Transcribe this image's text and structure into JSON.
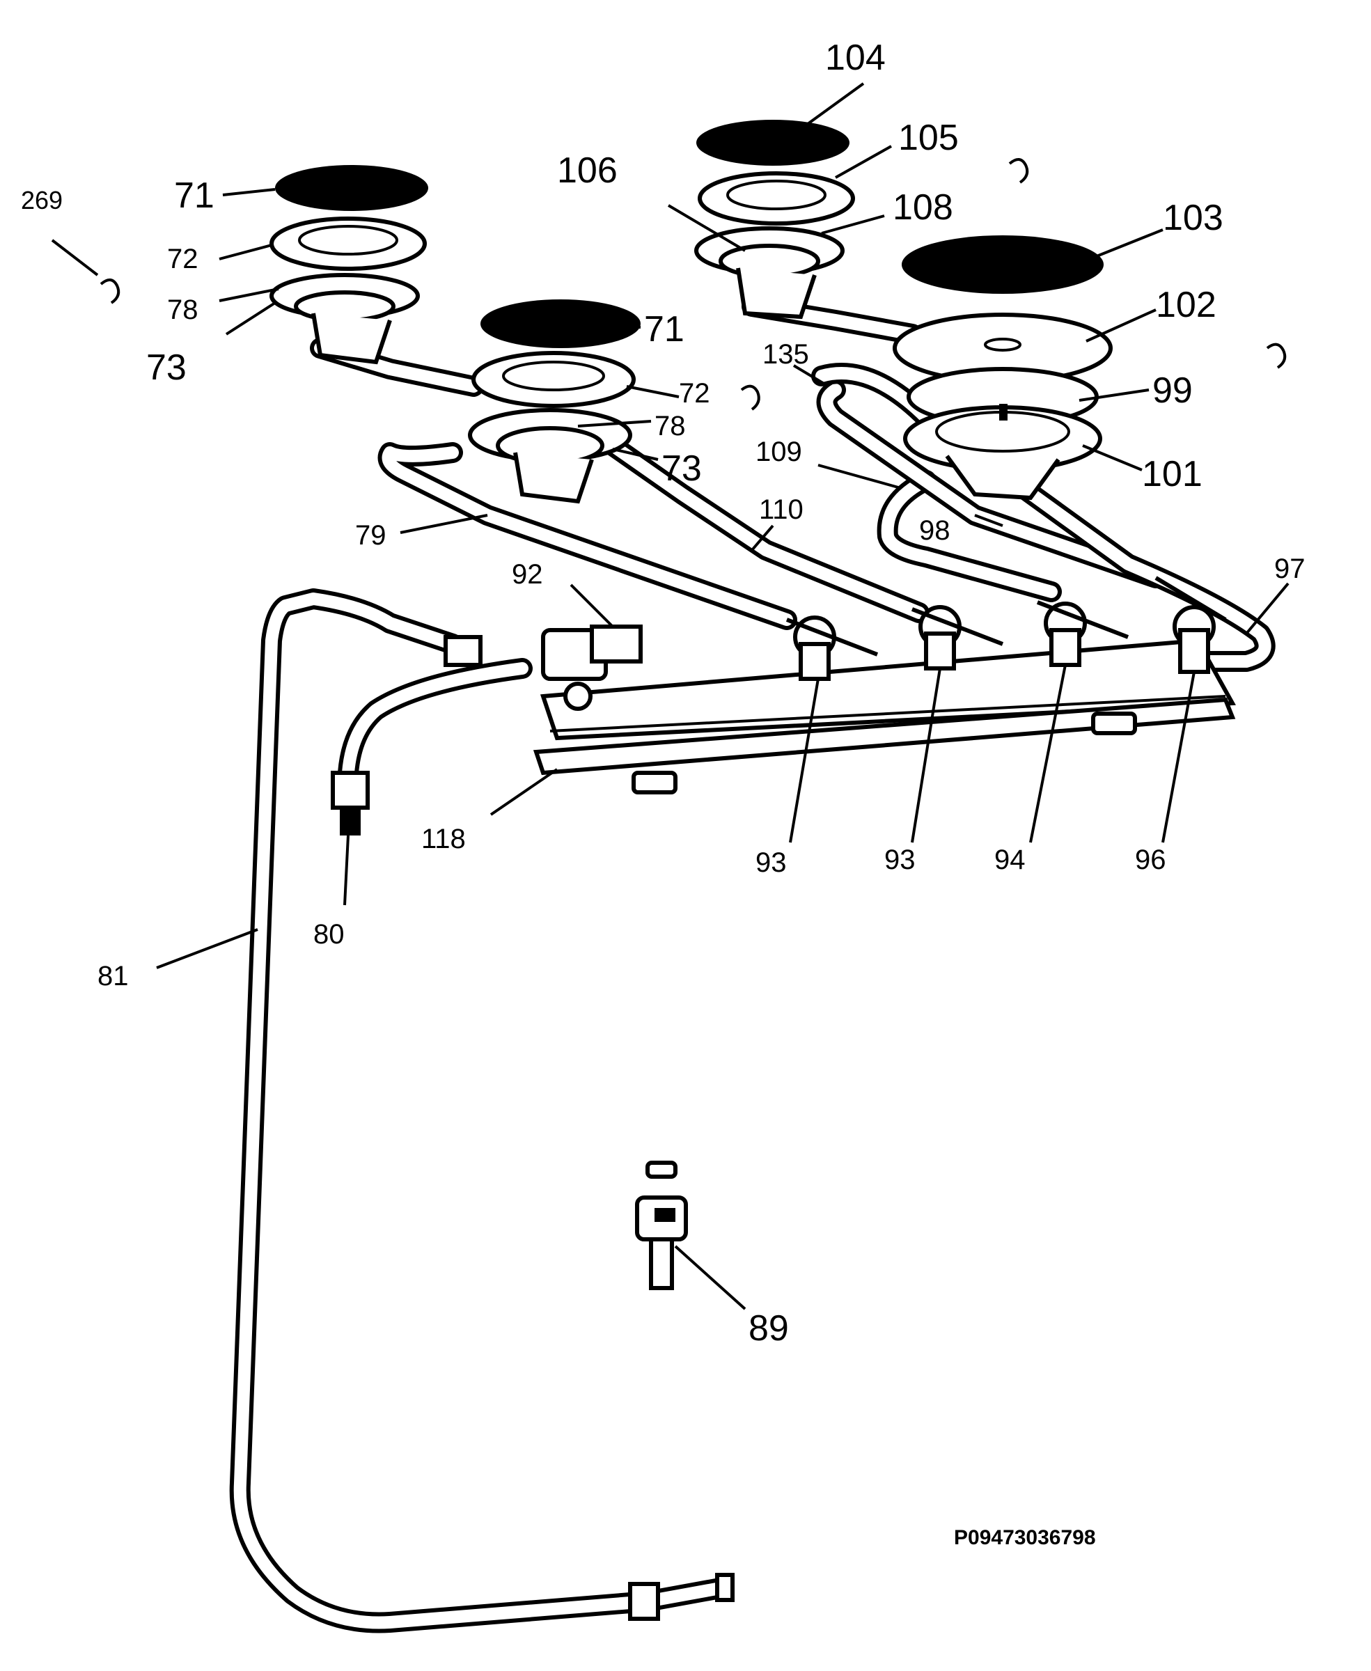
{
  "diagram": {
    "doc_ref": "P09473036798",
    "labels": {
      "l269": "269",
      "l71a": "71",
      "l72a": "72",
      "l78a": "78",
      "l73a": "73",
      "l71b": "71",
      "l72b": "72",
      "l78b": "78",
      "l73b": "73",
      "l104": "104",
      "l105": "105",
      "l106": "106",
      "l108": "108",
      "l103": "103",
      "l102": "102",
      "l135": "135",
      "l99": "99",
      "l101": "101",
      "l109": "109",
      "l110": "110",
      "l98": "98",
      "l79": "79",
      "l97": "97",
      "l92": "92",
      "l118": "118",
      "l93a": "93",
      "l93b": "93",
      "l94": "94",
      "l96": "96",
      "l80": "80",
      "l81": "81",
      "l89": "89"
    }
  }
}
